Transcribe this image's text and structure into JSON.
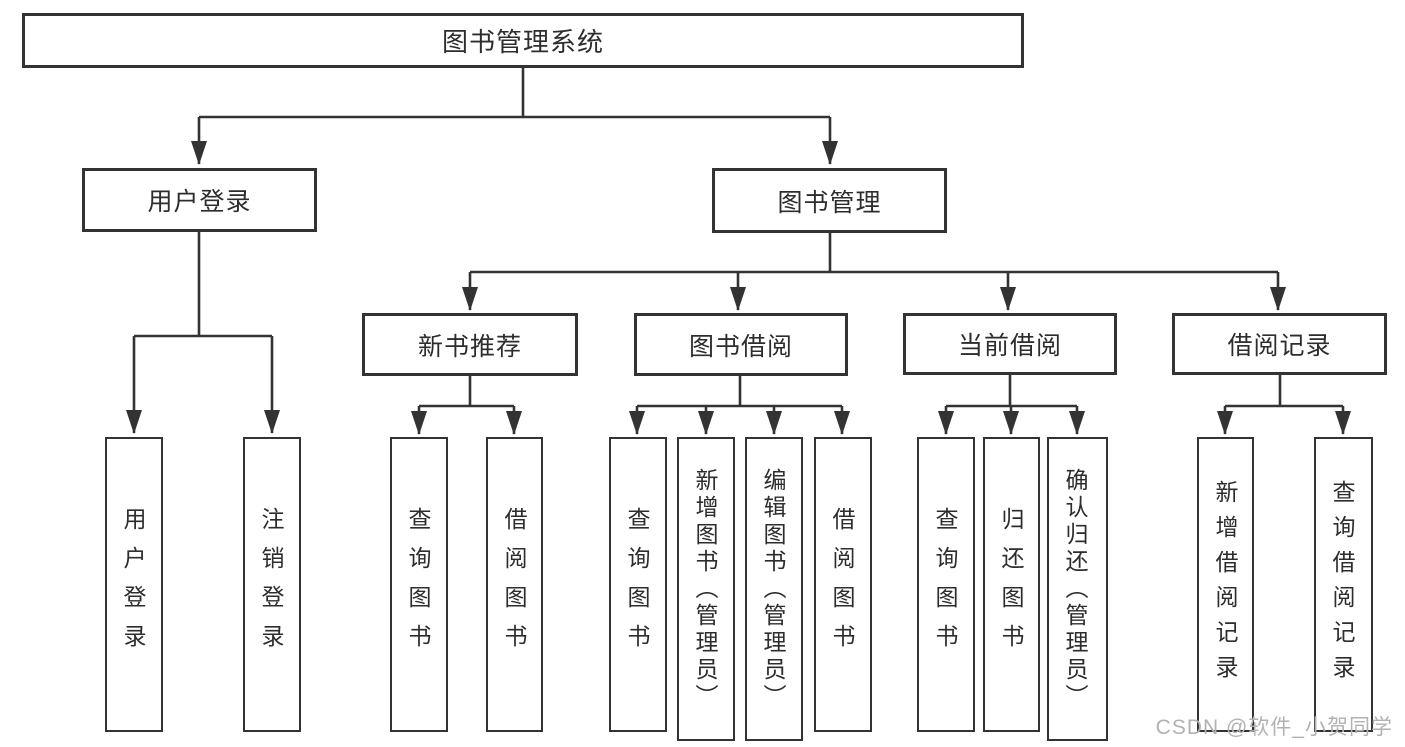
{
  "diagram": {
    "line_color": "#333333",
    "box_border_color": "#333333",
    "text_color": "#2d2d2d",
    "background_color": "#ffffff",
    "root": {
      "label": "图书管理系统"
    },
    "branches": [
      {
        "label": "用户登录",
        "children": [
          {
            "label": "用户登录"
          },
          {
            "label": "注销登录"
          }
        ]
      },
      {
        "label": "图书管理",
        "groups": [
          {
            "label": "新书推荐",
            "children": [
              {
                "label": "查询图书"
              },
              {
                "label": "借阅图书"
              }
            ]
          },
          {
            "label": "图书借阅",
            "children": [
              {
                "label": "查询图书"
              },
              {
                "label": "新增图书（管理员）"
              },
              {
                "label": "编辑图书（管理员）"
              },
              {
                "label": "借阅图书"
              }
            ]
          },
          {
            "label": "当前借阅",
            "children": [
              {
                "label": "查询图书"
              },
              {
                "label": "归还图书"
              },
              {
                "label": "确认归还（管理员）"
              }
            ]
          },
          {
            "label": "借阅记录",
            "children": [
              {
                "label": "新增借阅记录"
              },
              {
                "label": "查询借阅记录"
              }
            ]
          }
        ]
      }
    ]
  },
  "watermark": {
    "text": "CSDN @软件_小贺同学",
    "color": "#b2b2b2"
  }
}
